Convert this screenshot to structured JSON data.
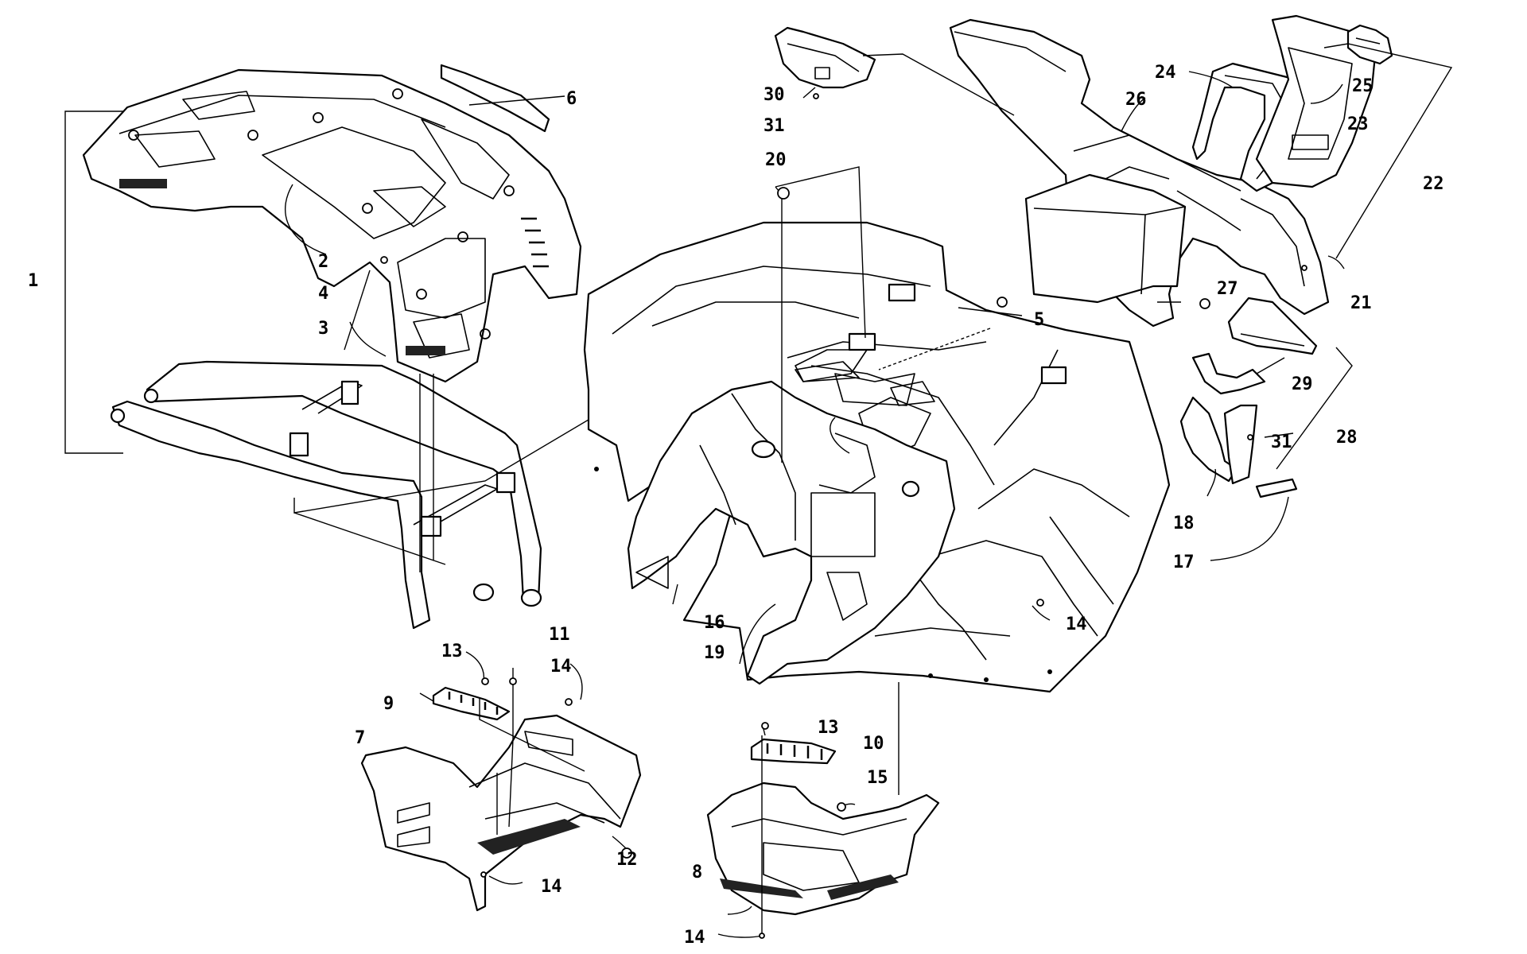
{
  "callouts": [
    {
      "id": "1",
      "label": "1"
    },
    {
      "id": "2",
      "label": "2"
    },
    {
      "id": "3",
      "label": "3"
    },
    {
      "id": "4",
      "label": "4"
    },
    {
      "id": "5",
      "label": "5"
    },
    {
      "id": "6",
      "label": "6"
    },
    {
      "id": "7",
      "label": "7"
    },
    {
      "id": "8",
      "label": "8"
    },
    {
      "id": "9",
      "label": "9"
    },
    {
      "id": "10",
      "label": "10"
    },
    {
      "id": "11",
      "label": "11"
    },
    {
      "id": "12",
      "label": "12"
    },
    {
      "id": "13a",
      "label": "13"
    },
    {
      "id": "13b",
      "label": "13"
    },
    {
      "id": "14a",
      "label": "14"
    },
    {
      "id": "14b",
      "label": "14"
    },
    {
      "id": "14c",
      "label": "14"
    },
    {
      "id": "14d",
      "label": "14"
    },
    {
      "id": "15",
      "label": "15"
    },
    {
      "id": "16",
      "label": "16"
    },
    {
      "id": "17",
      "label": "17"
    },
    {
      "id": "18",
      "label": "18"
    },
    {
      "id": "19",
      "label": "19"
    },
    {
      "id": "20",
      "label": "20"
    },
    {
      "id": "21",
      "label": "21"
    },
    {
      "id": "22",
      "label": "22"
    },
    {
      "id": "23",
      "label": "23"
    },
    {
      "id": "24",
      "label": "24"
    },
    {
      "id": "25",
      "label": "25"
    },
    {
      "id": "26",
      "label": "26"
    },
    {
      "id": "27",
      "label": "27"
    },
    {
      "id": "28",
      "label": "28"
    },
    {
      "id": "29",
      "label": "29"
    },
    {
      "id": "30",
      "label": "30"
    },
    {
      "id": "31a",
      "label": "31"
    },
    {
      "id": "31b",
      "label": "31"
    }
  ]
}
